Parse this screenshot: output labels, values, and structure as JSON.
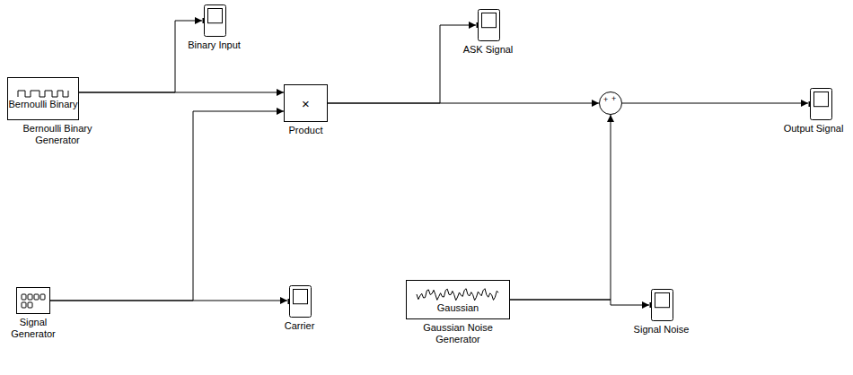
{
  "diagram": {
    "nodes": [
      {
        "text": [
          "Binary Input"
        ]
      },
      {
        "text": [
          "ASK Signal"
        ]
      },
      {
        "text": [
          "Bernoulli Binary",
          "Bernoulli Binary Generator"
        ]
      },
      {
        "text": [
          "×",
          "Product"
        ]
      },
      {
        "text": [
          "+",
          "+"
        ]
      },
      {
        "text": [
          "Output Signal"
        ]
      },
      {
        "text": [
          "Signal Generator"
        ]
      },
      {
        "text": [
          "Carrier"
        ]
      },
      {
        "text": [
          "Gaussian",
          "Gaussian Noise Generator"
        ]
      },
      {
        "text": [
          "Signal Noise"
        ]
      }
    ],
    "edges": [
      {
        "from": 2,
        "to": 0,
        "arrow": "to"
      },
      {
        "from": 2,
        "to": 3,
        "arrow": "to"
      },
      {
        "from": 6,
        "to": 3,
        "arrow": "to"
      },
      {
        "from": 6,
        "to": 7,
        "arrow": "to"
      },
      {
        "from": 3,
        "to": 1,
        "arrow": "to"
      },
      {
        "from": 3,
        "to": 4,
        "arrow": "to"
      },
      {
        "from": 8,
        "to": 4,
        "arrow": "to"
      },
      {
        "from": 8,
        "to": 9,
        "arrow": "to"
      },
      {
        "from": 4,
        "to": 5,
        "arrow": "to"
      }
    ]
  }
}
